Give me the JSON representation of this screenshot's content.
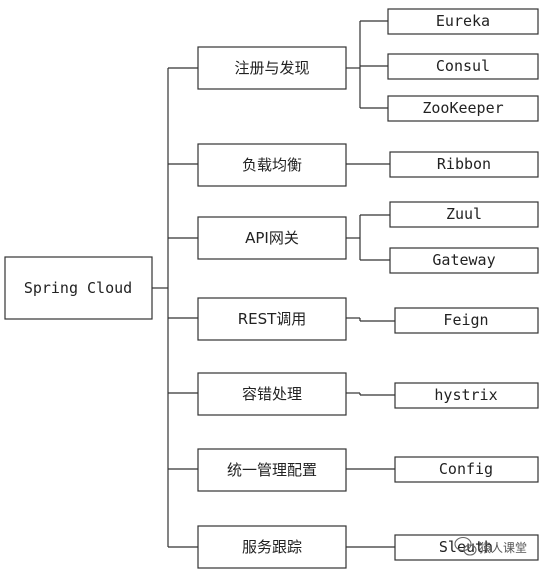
{
  "root": "Spring Cloud",
  "categories": [
    {
      "label": "注册与发现",
      "children": [
        "Eureka",
        "Consul",
        "ZooKeeper"
      ]
    },
    {
      "label": "负载均衡",
      "children": [
        "Ribbon"
      ]
    },
    {
      "label": "API网关",
      "children": [
        "Zuul",
        "Gateway"
      ]
    },
    {
      "label": "REST调用",
      "children": [
        "Feign"
      ]
    },
    {
      "label": "容错处理",
      "children": [
        "hystrix"
      ]
    },
    {
      "label": "统一管理配置",
      "children": [
        "Config"
      ]
    },
    {
      "label": "服务跟踪",
      "children": [
        "Sleuth"
      ]
    }
  ],
  "watermark": {
    "text": "猿人课堂",
    "icon": "wechat-icon"
  }
}
